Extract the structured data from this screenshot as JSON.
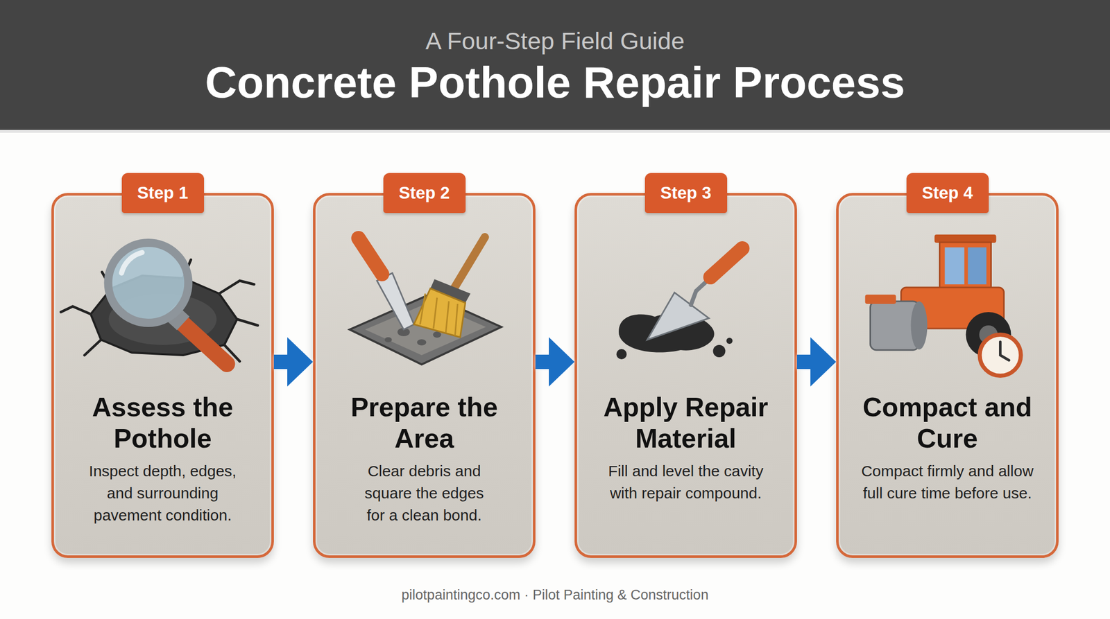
{
  "diagram": {
    "title": "Concrete Pothole Repair Process",
    "nodes": [
      {
        "text": [
          "Step 1",
          "Assess the Pothole",
          "Inspect depth, edges, and surrounding pavement condition."
        ]
      },
      {
        "text": [
          "Step 2",
          "Prepare the Area",
          "Clear debris and square the edges for a clean bond."
        ]
      },
      {
        "text": [
          "Step 3",
          "Apply Repair Material",
          "Fill and level the cavity with repair compound."
        ]
      },
      {
        "text": [
          "Step 4",
          "Compact and Cure",
          "Compact firmly and allow full cure time before use."
        ]
      }
    ],
    "edges": [
      {
        "from": 0,
        "to": 1,
        "arrow": "to"
      },
      {
        "from": 1,
        "to": 2,
        "arrow": "to"
      },
      {
        "from": 2,
        "to": 3,
        "arrow": "to"
      }
    ],
    "labels": [
      "A Four-Step Field Guide",
      "pilotpaintingco.com · Pilot Painting & Construction"
    ]
  }
}
